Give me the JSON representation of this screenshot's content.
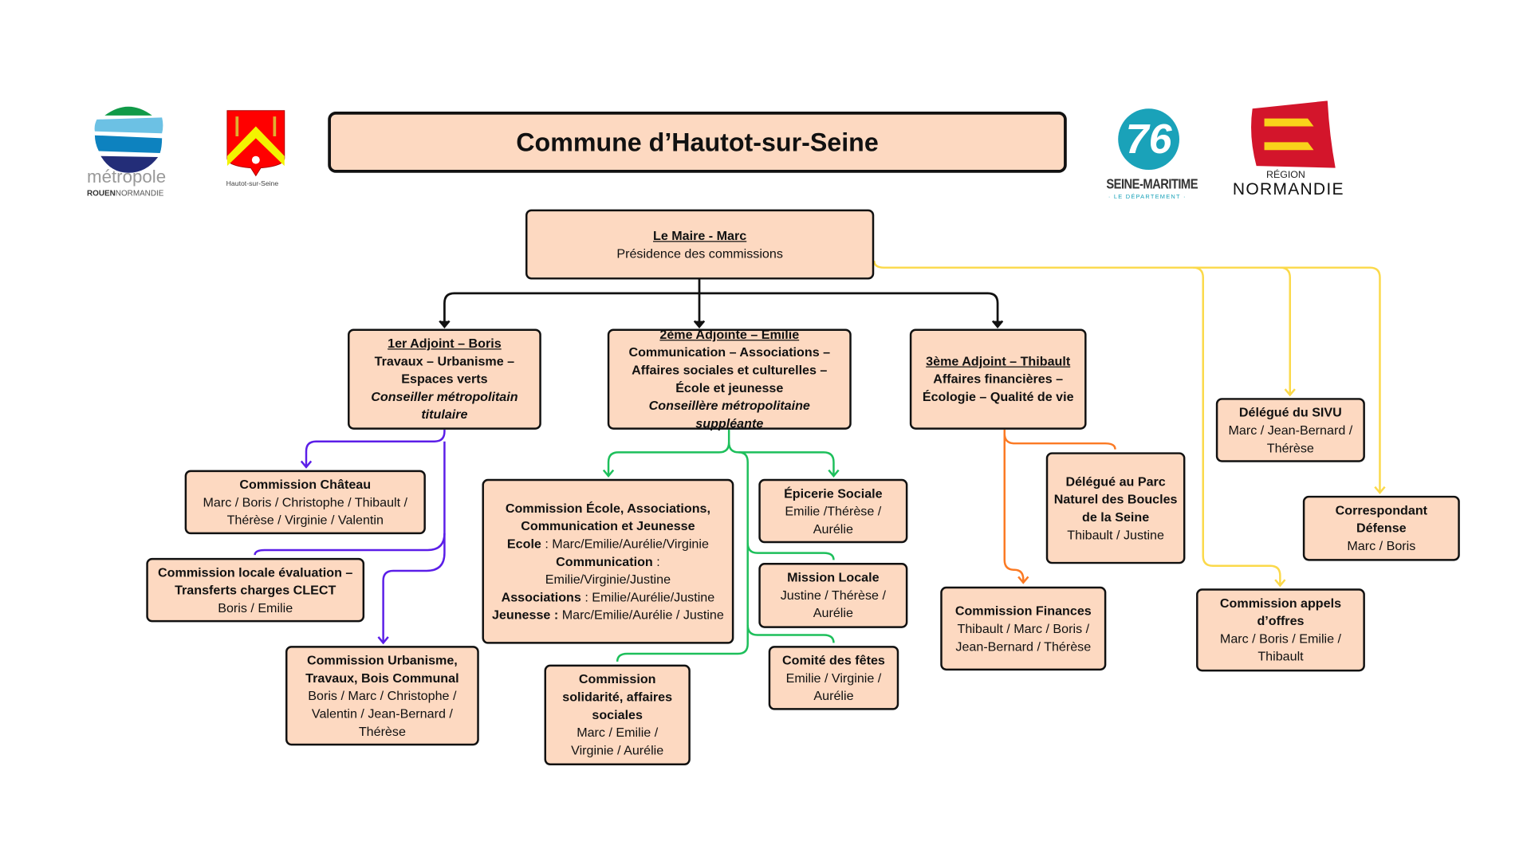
{
  "title": "Commune d’Hautot-sur-Seine",
  "logos": {
    "metropole": {
      "line1": "métropole",
      "line2a": "ROUEN",
      "line2b": "NORMANDIE"
    },
    "hautot": {
      "caption": "Hautot-sur-Seine"
    },
    "seine_maritime": {
      "number": "76",
      "name": "SEINE-MARITIME",
      "sub": "· LE DÉPARTEMENT ·"
    },
    "normandie": {
      "line1": "RÉGION",
      "line2": "NORMANDIE"
    }
  },
  "colors": {
    "box_fill": "#fdd9c1",
    "black": "#111111",
    "purple": "#5b1ee8",
    "green": "#1dbf5b",
    "orange": "#fb7a24",
    "yellow": "#fbd94a"
  },
  "boxes": [
    {
      "id": "maire",
      "lines": [
        [
          {
            "s": "u",
            "t": "Le Maire - Marc"
          }
        ],
        [
          {
            "s": "n",
            "t": "Présidence des commissions"
          }
        ]
      ]
    },
    {
      "id": "adj1",
      "lines": [
        [
          {
            "s": "u",
            "t": "1er Adjoint – Boris"
          }
        ],
        [
          {
            "s": "b",
            "t": "Travaux – Urbanisme –"
          }
        ],
        [
          {
            "s": "b",
            "t": "Espaces verts"
          }
        ],
        [
          {
            "s": "i",
            "t": "Conseiller métropolitain"
          }
        ],
        [
          {
            "s": "i",
            "t": "titulaire"
          }
        ]
      ]
    },
    {
      "id": "adj2",
      "lines": [
        [
          {
            "s": "u",
            "t": "2ème Adjointe – Emilie"
          }
        ],
        [
          {
            "s": "b",
            "t": "Communication – Associations –"
          }
        ],
        [
          {
            "s": "b",
            "t": "Affaires sociales et culturelles –"
          }
        ],
        [
          {
            "s": "b",
            "t": "École et jeunesse"
          }
        ],
        [
          {
            "s": "i",
            "t": "Conseillère métropolitaine suppléante"
          }
        ]
      ]
    },
    {
      "id": "adj3",
      "lines": [
        [
          {
            "s": "u",
            "t": "3ème Adjoint – Thibault"
          }
        ],
        [
          {
            "s": "b",
            "t": "Affaires financières –"
          }
        ],
        [
          {
            "s": "b",
            "t": "Écologie – Qualité de vie"
          }
        ]
      ]
    },
    {
      "id": "chateau",
      "lines": [
        [
          {
            "s": "b",
            "t": "Commission Château"
          }
        ],
        [
          {
            "s": "n",
            "t": "Marc / Boris / Christophe / Thibault /"
          }
        ],
        [
          {
            "s": "n",
            "t": "Thérèse / Virginie / Valentin"
          }
        ]
      ]
    },
    {
      "id": "clect",
      "lines": [
        [
          {
            "s": "b",
            "t": "Commission locale évaluation –"
          }
        ],
        [
          {
            "s": "b",
            "t": "Transferts charges CLECT"
          }
        ],
        [
          {
            "s": "n",
            "t": "Boris / Emilie"
          }
        ]
      ]
    },
    {
      "id": "urbanisme",
      "lines": [
        [
          {
            "s": "b",
            "t": "Commission Urbanisme,"
          }
        ],
        [
          {
            "s": "b",
            "t": "Travaux, Bois Communal"
          }
        ],
        [
          {
            "s": "n",
            "t": "Boris / Marc / Christophe /"
          }
        ],
        [
          {
            "s": "n",
            "t": "Valentin / Jean-Bernard /"
          }
        ],
        [
          {
            "s": "n",
            "t": "Thérèse"
          }
        ]
      ]
    },
    {
      "id": "ecole",
      "lines": [
        [
          {
            "s": "b",
            "t": "Commission École, Associations,"
          }
        ],
        [
          {
            "s": "b",
            "t": "Communication et Jeunesse"
          }
        ],
        [
          {
            "s": "b",
            "t": "Ecole"
          },
          {
            "s": "n",
            "t": " : Marc/Emilie/Aurélie/Virginie"
          }
        ],
        [
          {
            "s": "b",
            "t": "Communication"
          },
          {
            "s": "n",
            "t": " :"
          }
        ],
        [
          {
            "s": "n",
            "t": "Emilie/Virginie/Justine"
          }
        ],
        [
          {
            "s": "b",
            "t": "Associations"
          },
          {
            "s": "n",
            "t": " : Emilie/Aurélie/Justine"
          }
        ],
        [
          {
            "s": "b",
            "t": "Jeunesse : "
          },
          {
            "s": "n",
            "t": "Marc/Emilie/Aurélie / Justine"
          }
        ]
      ]
    },
    {
      "id": "epicerie",
      "lines": [
        [
          {
            "s": "b",
            "t": "Épicerie Sociale"
          }
        ],
        [
          {
            "s": "n",
            "t": "Emilie /Thérèse /"
          }
        ],
        [
          {
            "s": "n",
            "t": "Aurélie"
          }
        ]
      ]
    },
    {
      "id": "mission",
      "lines": [
        [
          {
            "s": "b",
            "t": "Mission Locale"
          }
        ],
        [
          {
            "s": "n",
            "t": "Justine / Thérèse /"
          }
        ],
        [
          {
            "s": "n",
            "t": "Aurélie"
          }
        ]
      ]
    },
    {
      "id": "comite",
      "lines": [
        [
          {
            "s": "b",
            "t": "Comité des fêtes"
          }
        ],
        [
          {
            "s": "n",
            "t": "Emilie / Virginie /"
          }
        ],
        [
          {
            "s": "n",
            "t": "Aurélie"
          }
        ]
      ]
    },
    {
      "id": "solidarite",
      "lines": [
        [
          {
            "s": "b",
            "t": "Commission"
          }
        ],
        [
          {
            "s": "b",
            "t": "solidarité, affaires"
          }
        ],
        [
          {
            "s": "b",
            "t": "sociales"
          }
        ],
        [
          {
            "s": "n",
            "t": "Marc / Emilie /"
          }
        ],
        [
          {
            "s": "n",
            "t": "Virginie / Aurélie"
          }
        ]
      ]
    },
    {
      "id": "parc",
      "lines": [
        [
          {
            "s": "b",
            "t": "Délégué au Parc"
          }
        ],
        [
          {
            "s": "b",
            "t": "Naturel des Boucles"
          }
        ],
        [
          {
            "s": "b",
            "t": "de la Seine"
          }
        ],
        [
          {
            "s": "n",
            "t": "Thibault / Justine"
          }
        ]
      ]
    },
    {
      "id": "finances",
      "lines": [
        [
          {
            "s": "b",
            "t": "Commission Finances"
          }
        ],
        [
          {
            "s": "n",
            "t": "Thibault / Marc / Boris /"
          }
        ],
        [
          {
            "s": "n",
            "t": "Jean-Bernard / Thérèse"
          }
        ]
      ]
    },
    {
      "id": "sivu",
      "lines": [
        [
          {
            "s": "b",
            "t": "Délégué du SIVU"
          }
        ],
        [
          {
            "s": "n",
            "t": "Marc / Jean-Bernard /"
          }
        ],
        [
          {
            "s": "n",
            "t": "Thérèse"
          }
        ]
      ]
    },
    {
      "id": "defense",
      "lines": [
        [
          {
            "s": "b",
            "t": "Correspondant"
          }
        ],
        [
          {
            "s": "b",
            "t": "Défense"
          }
        ],
        [
          {
            "s": "n",
            "t": "Marc / Boris"
          }
        ]
      ]
    },
    {
      "id": "appels",
      "lines": [
        [
          {
            "s": "b",
            "t": "Commission appels"
          }
        ],
        [
          {
            "s": "b",
            "t": "d’offres"
          }
        ],
        [
          {
            "s": "n",
            "t": "Marc / Boris / Emilie /"
          }
        ],
        [
          {
            "s": "n",
            "t": "Thibault"
          }
        ]
      ]
    }
  ]
}
